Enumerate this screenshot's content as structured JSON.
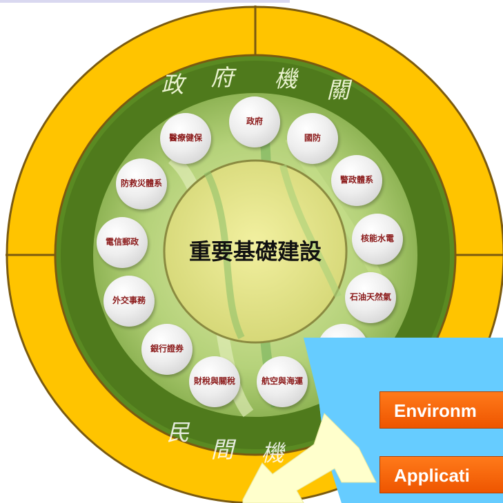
{
  "center_title": "重要基礎建設",
  "ring_top": [
    "政",
    "府",
    "機",
    "關"
  ],
  "ring_bottom": [
    "民",
    "間",
    "機"
  ],
  "sectors": [
    "政府",
    "國防",
    "警政體系",
    "核能水電",
    "石油天然氣",
    "財稅與關稅",
    "航空與海運",
    "銀行證券",
    "外交事務",
    "電信郵政",
    "防救災體系",
    "醫療健保"
  ],
  "overlay_boxes": {
    "environment": "Environm",
    "application": "Applicati"
  },
  "colors": {
    "outer_ring": "#ffc400",
    "ring_border": "#7a5a10",
    "green_ring": "#4f7a1c",
    "inner_disc": "#a8c96a",
    "center_disc": "#e5e488",
    "bubble_text": "#8b1a1a",
    "overlay_blue": "#66ccff",
    "orange": "#ff6a00"
  }
}
